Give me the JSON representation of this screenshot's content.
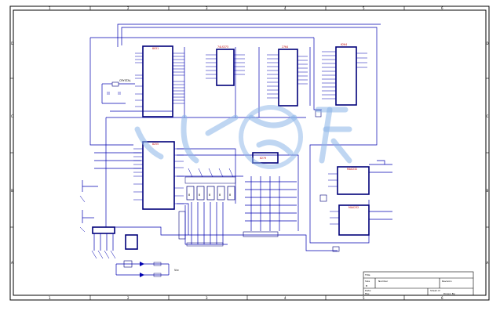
{
  "border": {
    "top_numbers": [
      "1",
      "2",
      "3",
      "4",
      "5",
      "6"
    ],
    "side_letters": [
      "D",
      "C",
      "B",
      "A"
    ]
  },
  "chips": [
    {
      "label": "8031"
    },
    {
      "label": "74LS373"
    },
    {
      "label": "2764"
    },
    {
      "label": "6264"
    },
    {
      "label": "8255"
    },
    {
      "label": "8279"
    },
    {
      "label": "MAX232"
    },
    {
      "label": "MAX232"
    }
  ],
  "components": {
    "crystal": "CRYSTAL",
    "vcc": "Vcc"
  },
  "title_block": {
    "row1": "Title",
    "row2": "Size",
    "row2b": "Number",
    "row2c": "Revision",
    "row3": "B",
    "row4": "Date:",
    "row4b": "File:",
    "row4c": "Sheet of",
    "row4d": "Drawn By:"
  },
  "colors": {
    "wire": "#0000b0",
    "chip_outline": "#00007a",
    "chip_label": "#c00000",
    "watermark": "#8ab4e8"
  }
}
